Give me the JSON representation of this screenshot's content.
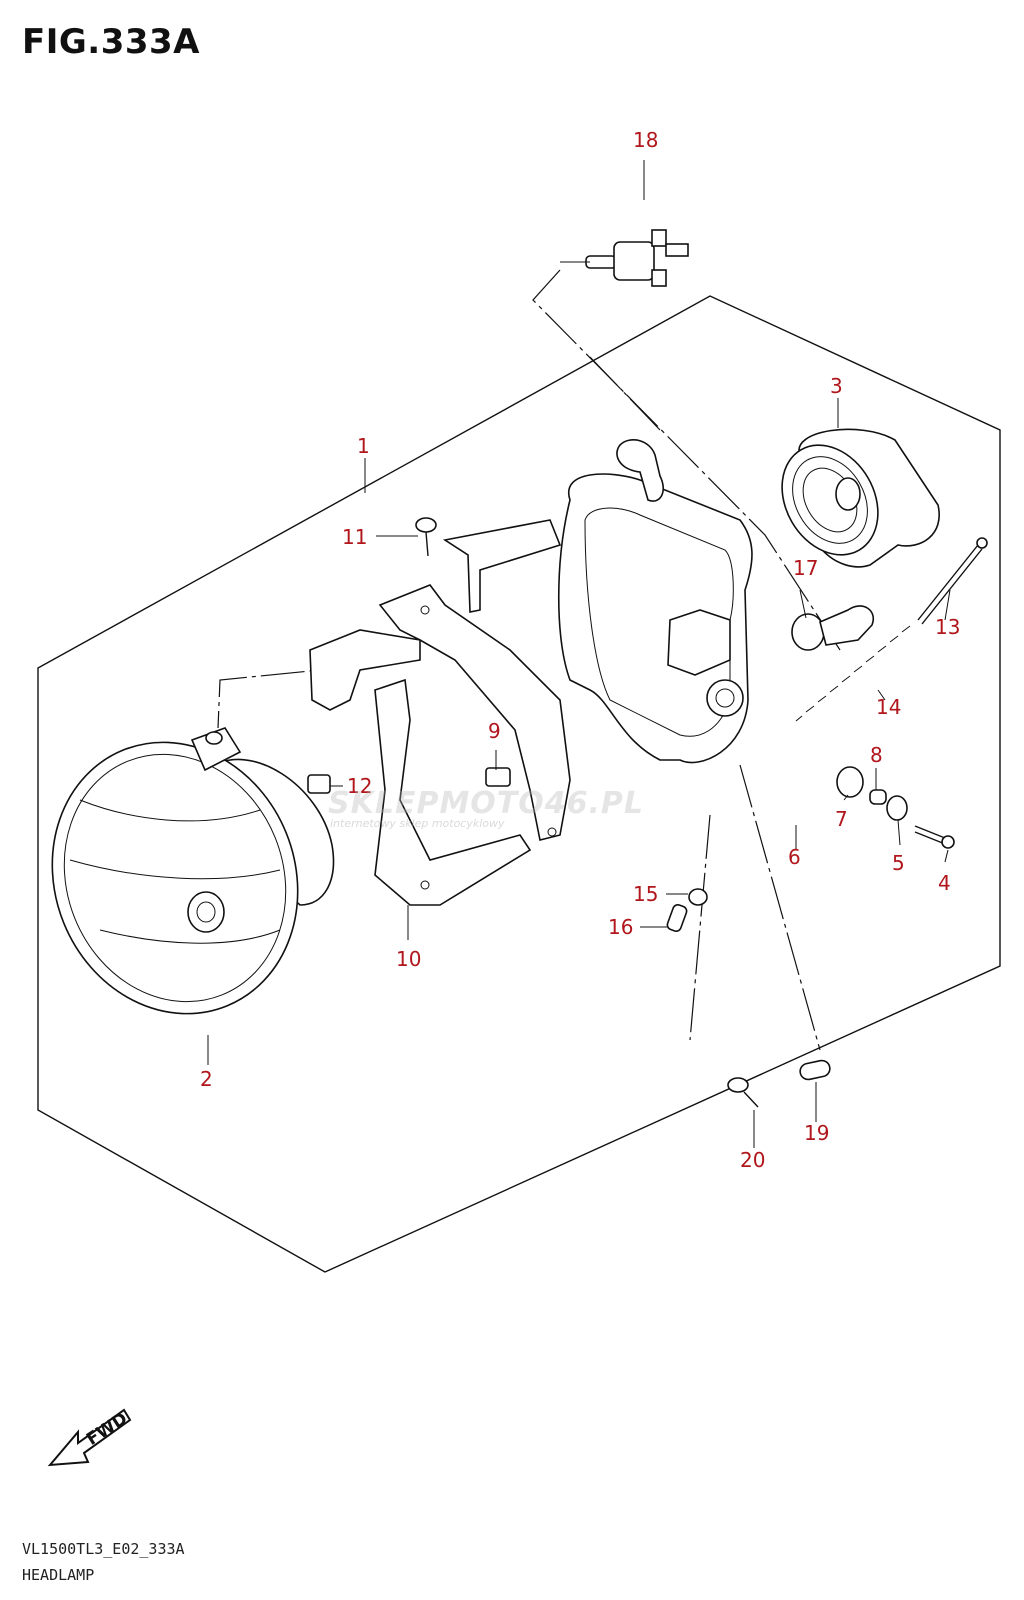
{
  "figure": {
    "title": "FIG.333A",
    "code": "VL1500TL3_E02_333A",
    "name": "HEADLAMP"
  },
  "watermark": {
    "main": "SKLEPMOTO46.PL",
    "sub": "internetowy sklep motocyklowy"
  },
  "fwd_label": "FWD",
  "callouts": [
    "1",
    "2",
    "3",
    "4",
    "5",
    "6",
    "7",
    "8",
    "9",
    "10",
    "11",
    "12",
    "13",
    "14",
    "15",
    "16",
    "17",
    "18",
    "19",
    "20"
  ],
  "colors": {
    "callout": "#b0161b",
    "line": "#111111"
  }
}
